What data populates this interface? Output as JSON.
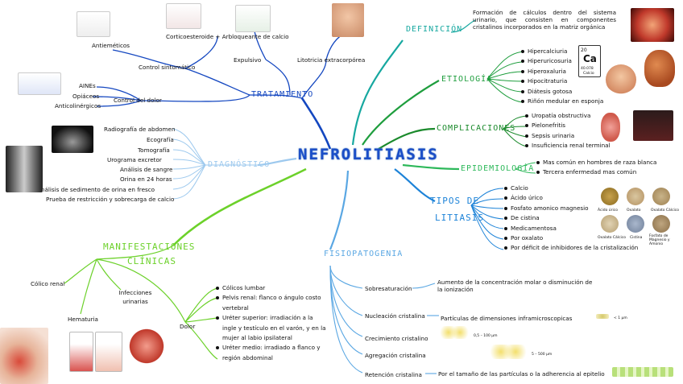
{
  "title": "NEFROLITIASIS",
  "colors": {
    "title": "#1a4ec9",
    "tratamiento": "#1447c0",
    "diagnostico": "#9dc9ee",
    "manifestaciones": "#6cd12a",
    "fisiopatogenia": "#5aa7e3",
    "definicion": "#17a8a0",
    "etiologia": "#1f9e3e",
    "complicaciones": "#1b8a2c",
    "epidemiologia": "#2db85a",
    "tipos": "#1d83d8"
  },
  "definicion": {
    "label": "DEFINICIÓN",
    "text": "Formación de cálculos dentro del sistema urinario, que consisten en componentes cristalinos incorporados en la matriz orgánica"
  },
  "etiologia": {
    "label": "ETIOLOGÍA",
    "items": [
      "Hipercalciuria",
      "Hiperuricosuria",
      "Hiperoxaluria",
      "Hipocitraturia",
      "Diátesis gotosa",
      "Riñón medular en esponja"
    ],
    "calcium_tile": {
      "number": "20",
      "symbol": "Ca",
      "mass": "40.078",
      "name": "Calcio"
    }
  },
  "complicaciones": {
    "label": "COMPLICACIONES",
    "items": [
      "Uropatía obstructiva",
      "Pielonefritis",
      "Sepsis urinaria",
      "Insuficiencia renal terminal"
    ]
  },
  "epidemiologia": {
    "label": "EPIDEMIOLOGÍA",
    "items": [
      "Mas común en hombres de raza blanca",
      "Tercera enfermedad mas común"
    ]
  },
  "tipos": {
    "label_1": "TIPOS DE",
    "label_2": "LITIASIS",
    "items": [
      "Calcio",
      "Ácido úrico",
      "Fosfato amonico magnesio",
      "De cistina",
      "Medicamentosa",
      "Por oxalato",
      "Por déficit de inhibidores de la cristalización"
    ],
    "stone_labels": [
      "Ácido úrico",
      "Oxalato",
      "Oxalato Cálcico",
      "Oxalato Cálcico",
      "Cistina",
      "Fosfato de Magnesio y Amonio"
    ]
  },
  "tratamiento": {
    "label": "TRATAMIENTO",
    "control_sintomatico": "Control sintomático",
    "antiemeticos": "Antieméticos",
    "corticoesteroide": "Corticoesteroide + Arbloqueante de calcio",
    "expulsivo": "Expulsivo",
    "litotricia": "Litotricia extracorpórea",
    "control_dolor": "Control del dolor",
    "dolor_items": [
      "AINEs",
      "Opiáceos",
      "Anticolinérgicos"
    ]
  },
  "diagnostico": {
    "label": "DIAGNÓSTICO",
    "items": [
      "Radiografía de abdomen",
      "Ecografía",
      "Tomografía",
      "Urograma excretor",
      "Análisis de sangre",
      "Orina en 24 horas",
      "Análisis de sedimento de orina en fresco",
      "Prueba de restricción y sobrecarga de calcio"
    ]
  },
  "manifestaciones": {
    "label_1": "MANIFESTACIONES",
    "label_2": "CLÍNICAS",
    "colico": "Cólico renal",
    "infecciones": "Infecciones urinarias",
    "hematuria": "Hematuria",
    "dolor": "Dolor",
    "dolor_items": [
      "Cólicos lumbar",
      "Pelvis renal: flanco o ángulo costo vertebral",
      "Uréter superior: irradiación a la ingle y testículo en el varón, y en la mujer al labio ipsilateral",
      "Uréter medio: irradiado a flanco y región abdominal"
    ]
  },
  "fisiopatogenia": {
    "label": "FISIOPATOGENIA",
    "steps": [
      {
        "name": "Sobresaturación",
        "desc": "Aumento de la concentración molar o disminución de la ionización"
      },
      {
        "name": "Nucleación cristalina",
        "desc": "Partículas de dimensiones inframicroscopicas"
      },
      {
        "name": "Crecimiento cristalino",
        "desc": ""
      },
      {
        "name": "Agregación cristalina",
        "desc": ""
      },
      {
        "name": "Retención cristalina",
        "desc": "Por el tamaño de las partículas o la adherencia al epitelio"
      }
    ],
    "size_small": "< 1 μm",
    "size_mid": "0,5 – 100 μm",
    "size_large": "5 – 500 μm"
  }
}
